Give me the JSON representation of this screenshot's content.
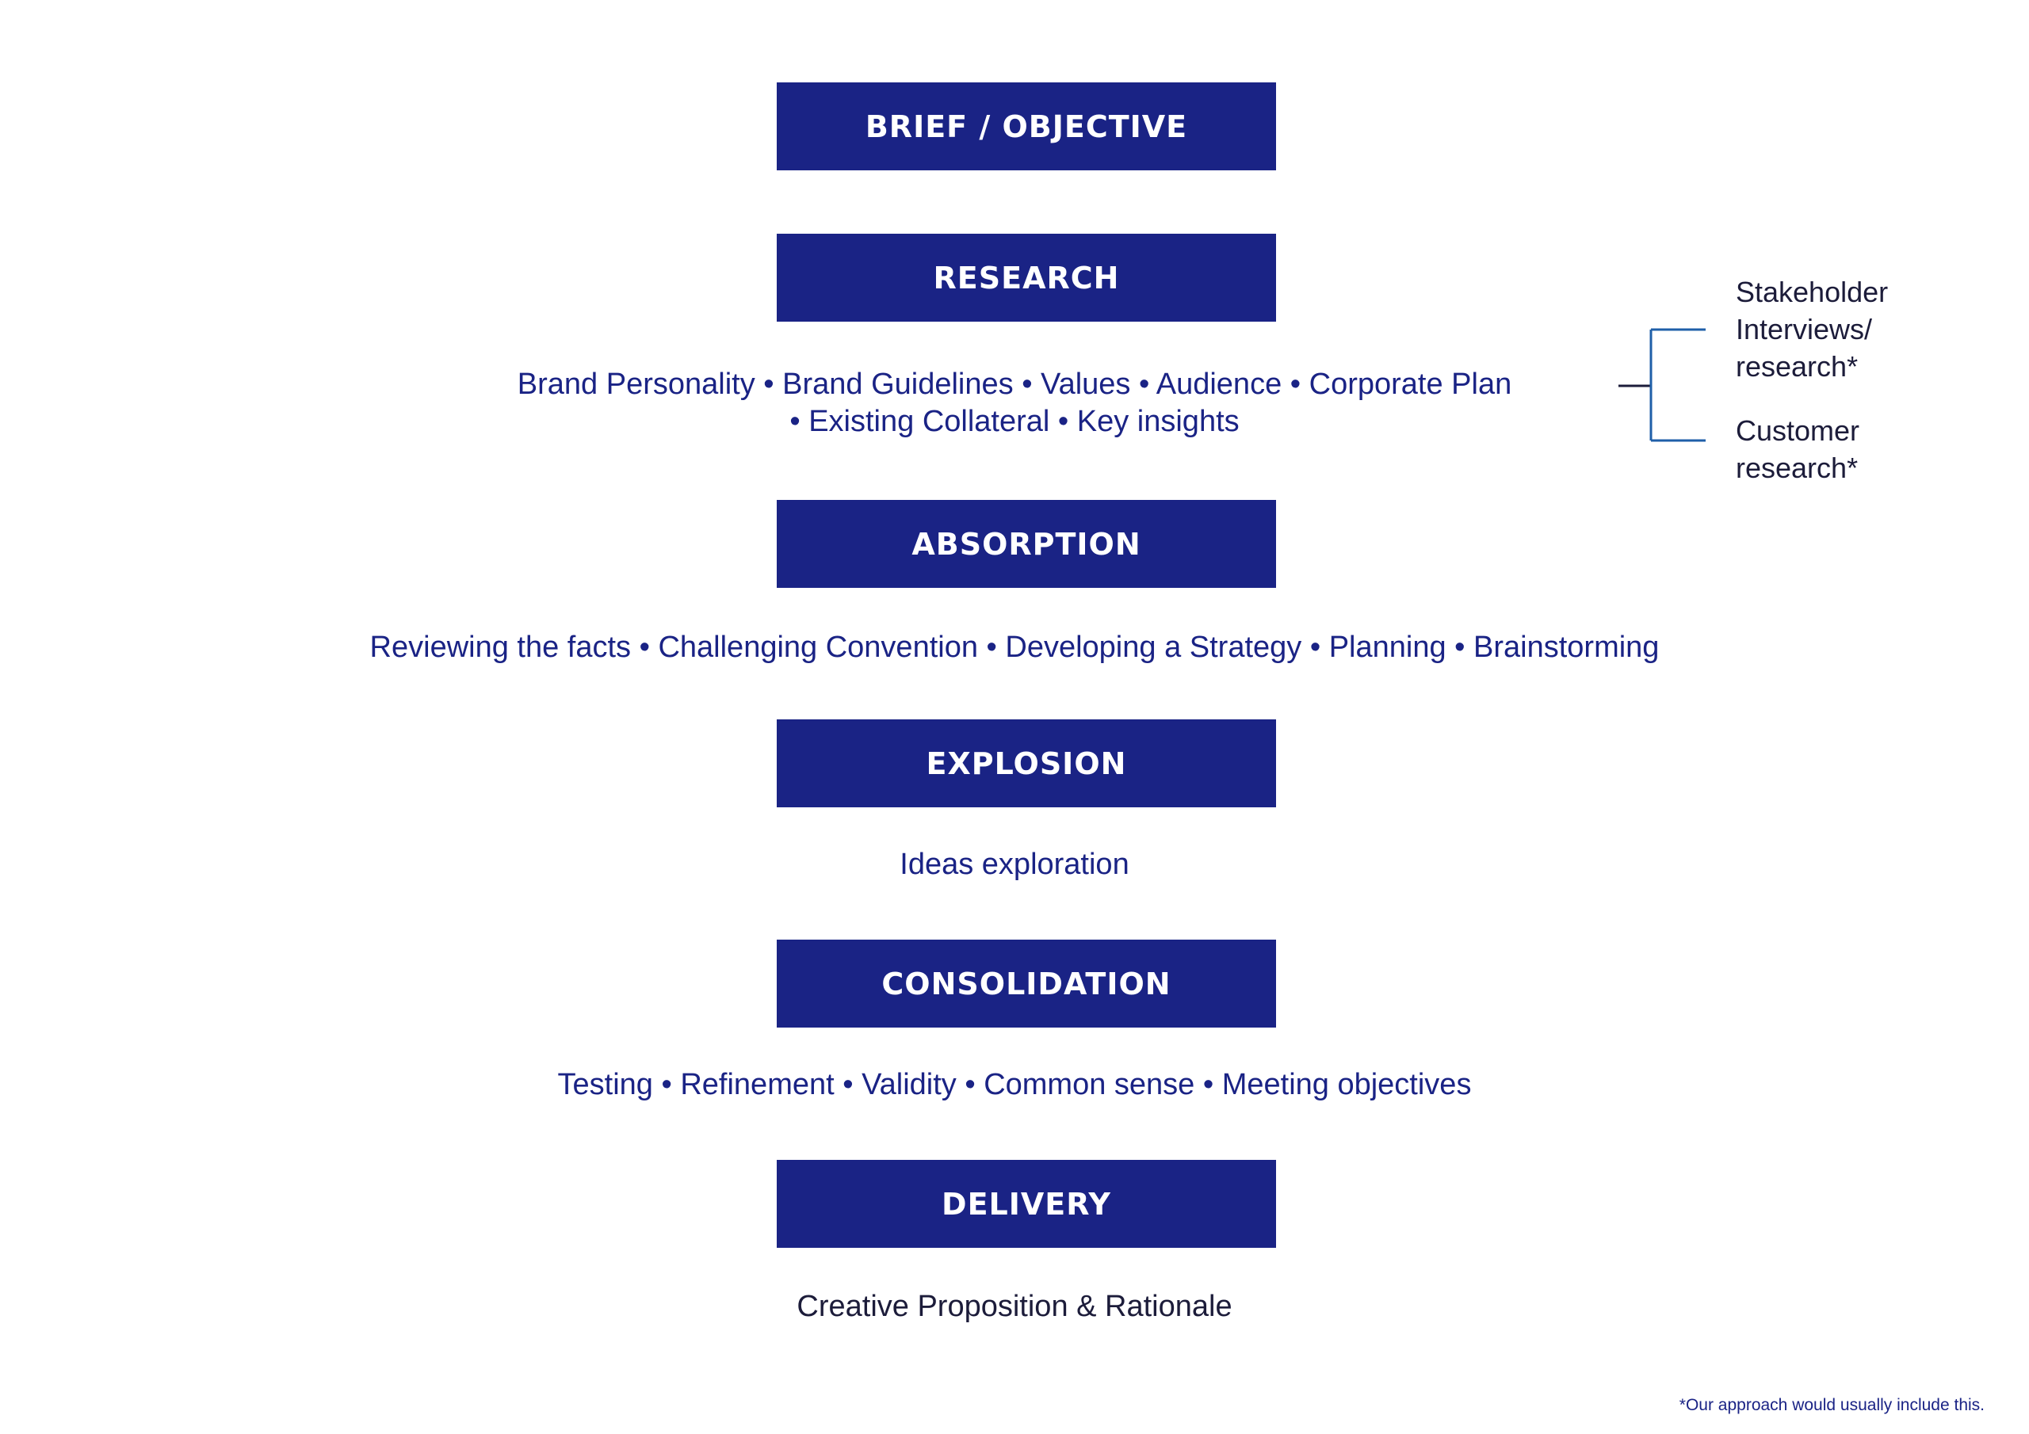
{
  "stages": [
    {
      "label": "BRIEF / OBJECTIVE"
    },
    {
      "label": "RESEARCH",
      "details": [
        "Brand Personality • Brand Guidelines • Values • Audience • Corporate Plan",
        "• Existing Collateral • Key insights"
      ]
    },
    {
      "label": "ABSORPTION",
      "details": [
        "Reviewing the facts • Challenging Convention • Developing a Strategy • Planning • Brainstorming"
      ]
    },
    {
      "label": "EXPLOSION",
      "details": [
        "Ideas exploration"
      ]
    },
    {
      "label": "CONSOLIDATION",
      "details": [
        "Testing • Refinement • Validity • Common sense • Meeting objectives"
      ]
    },
    {
      "label": "DELIVERY",
      "details": [
        "Creative Proposition & Rationale"
      ]
    }
  ],
  "research_notes": {
    "stakeholder": [
      "Stakeholder",
      "Interviews/",
      "research*"
    ],
    "customer": [
      "Customer",
      "research*"
    ]
  },
  "footnote": "*Our approach would usually include this.",
  "colors": {
    "stage_fill": "#1a2385",
    "detail_text": "#1a2385",
    "connector": "#1f5fa8"
  }
}
